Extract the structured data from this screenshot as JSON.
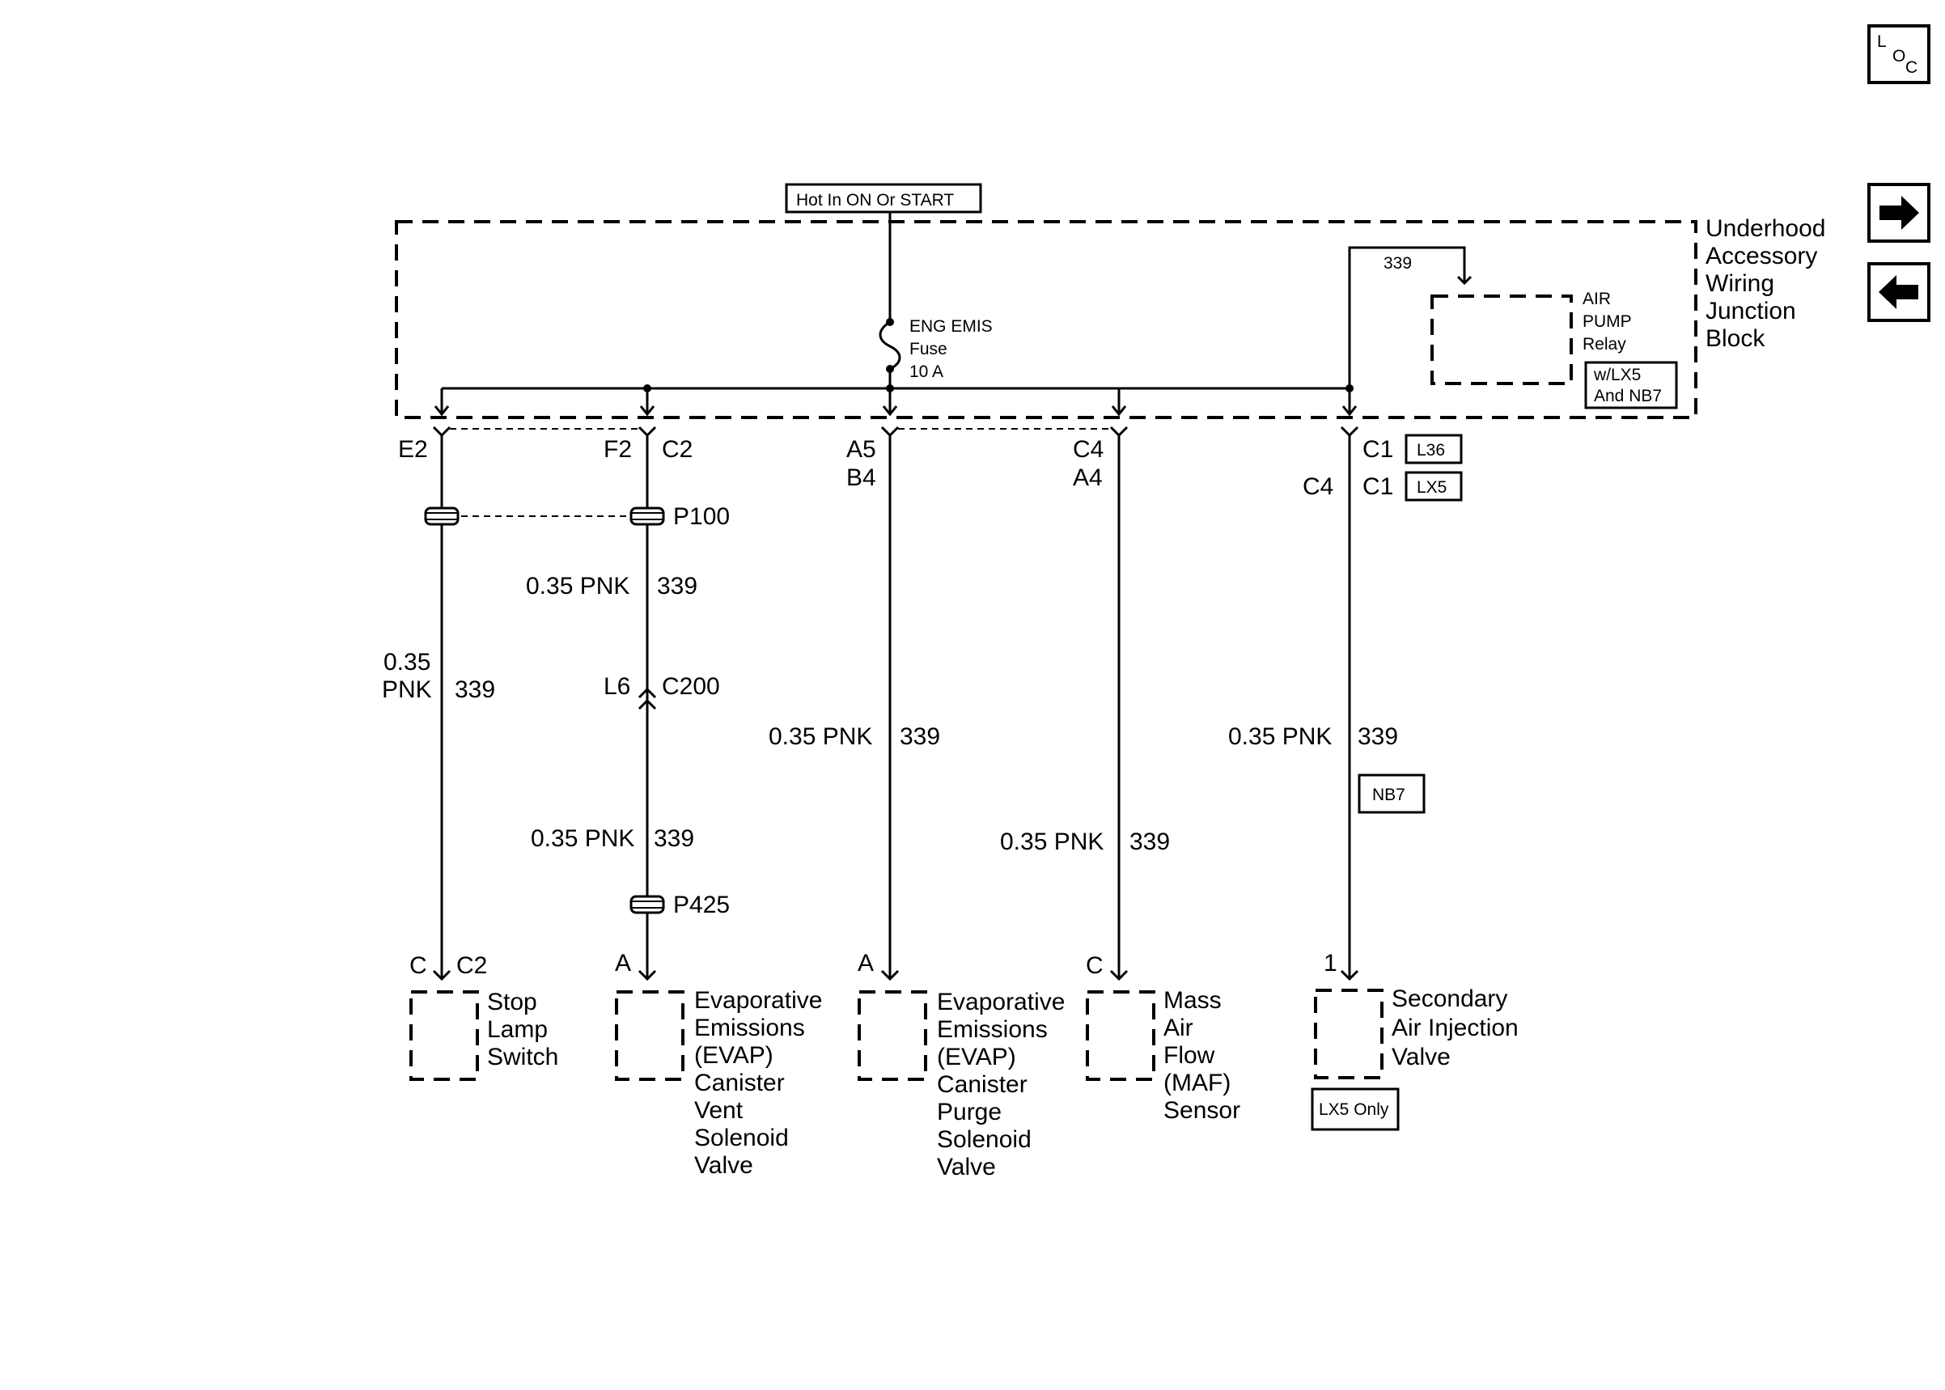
{
  "nav": {
    "loc_l": "L",
    "loc_o": "O",
    "loc_c": "C",
    "next_icon": "right-arrow-icon",
    "prev_icon": "left-arrow-icon"
  },
  "header": {
    "power_source": "Hot In ON Or START"
  },
  "junction_block": {
    "line1": "Underhood",
    "line2": "Accessory",
    "line3": "Wiring",
    "line4": "Junction",
    "line5": "Block",
    "fuse_name": "ENG EMIS",
    "fuse_word": "Fuse",
    "fuse_rating": "10 A",
    "relay_circuit": "339",
    "relay_line1": "AIR",
    "relay_line2": "PUMP",
    "relay_line3": "Relay",
    "relay_option1": "w/LX5",
    "relay_option2": "And NB7"
  },
  "terminals": {
    "e2": "E2",
    "f2": "F2",
    "c2": "C2",
    "a5": "A5",
    "b4": "B4",
    "c4_top": "C4",
    "a4": "A4",
    "c1_l36": "C1",
    "l36": "L36",
    "c4_lx5": "C4",
    "c1_lx5": "C1",
    "lx5": "LX5"
  },
  "splices": {
    "p100": "P100",
    "p425": "P425",
    "c200_pin": "L6",
    "c200": "C200"
  },
  "wires": {
    "stop_lamp_gauge": "0.35",
    "stop_lamp_color": "PNK",
    "stop_lamp_circuit": "339",
    "vent_upper_spec": "0.35 PNK",
    "vent_upper_circuit": "339",
    "vent_lower_spec": "0.35 PNK",
    "vent_lower_circuit": "339",
    "purge_spec": "0.35 PNK",
    "purge_circuit": "339",
    "maf_spec": "0.35 PNK",
    "maf_circuit": "339",
    "air_spec": "0.35 PNK",
    "air_circuit": "339",
    "air_option": "NB7"
  },
  "components": {
    "stop_lamp": {
      "pin": "C",
      "connector": "C2",
      "line1": "Stop",
      "line2": "Lamp",
      "line3": "Switch"
    },
    "evap_vent": {
      "pin": "A",
      "line1": "Evaporative",
      "line2": "Emissions",
      "line3": "(EVAP)",
      "line4": "Canister",
      "line5": "Vent",
      "line6": "Solenoid",
      "line7": "Valve"
    },
    "evap_purge": {
      "pin": "A",
      "line1": "Evaporative",
      "line2": "Emissions",
      "line3": "(EVAP)",
      "line4": "Canister",
      "line5": "Purge",
      "line6": "Solenoid",
      "line7": "Valve"
    },
    "maf": {
      "pin": "C",
      "line1": "Mass",
      "line2": "Air",
      "line3": "Flow",
      "line4": "(MAF)",
      "line5": "Sensor"
    },
    "air_valve": {
      "pin": "1",
      "line1": "Secondary",
      "line2": "Air Injection",
      "line3": "Valve",
      "option": "LX5 Only"
    }
  }
}
